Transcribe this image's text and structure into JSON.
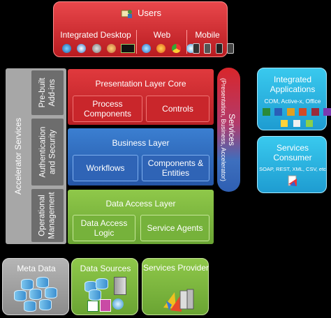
{
  "users": {
    "title": "Users",
    "segments": [
      "Integrated Desktop",
      "Web",
      "Mobile"
    ]
  },
  "accelerator": {
    "label": "Accelerator Services",
    "modules": [
      "Pre-built Add-ins",
      "Authentication and Security",
      "Operational Management"
    ]
  },
  "presentation_layer": {
    "title": "Presentation Layer Core",
    "items": [
      "Process Components",
      "Controls"
    ]
  },
  "business_layer": {
    "title": "Business Layer",
    "items": [
      "Workflows",
      "Components & Entities"
    ]
  },
  "data_access_layer": {
    "title": "Data Access Layer",
    "items": [
      "Data Access Logic",
      "Service Agents"
    ]
  },
  "services": {
    "title": "Services",
    "subtitle": "(Presentation, Business, Accelerator)"
  },
  "integrated_apps": {
    "title": "Integrated Applications",
    "subtitle": "COM, Active-x, Office"
  },
  "services_consumer": {
    "title": "Services Consumer",
    "subtitle": "SOAP, REST, XML, CSV, etc"
  },
  "bottom": {
    "meta_data": "Meta Data",
    "data_sources": "Data Sources",
    "services_provider": "Services Provider"
  },
  "colors": {
    "red": "#d0252a",
    "blue": "#2f6cc0",
    "green": "#7dbb3c",
    "gray": "#a7a7a7",
    "cyan": "#2ab3e2"
  }
}
